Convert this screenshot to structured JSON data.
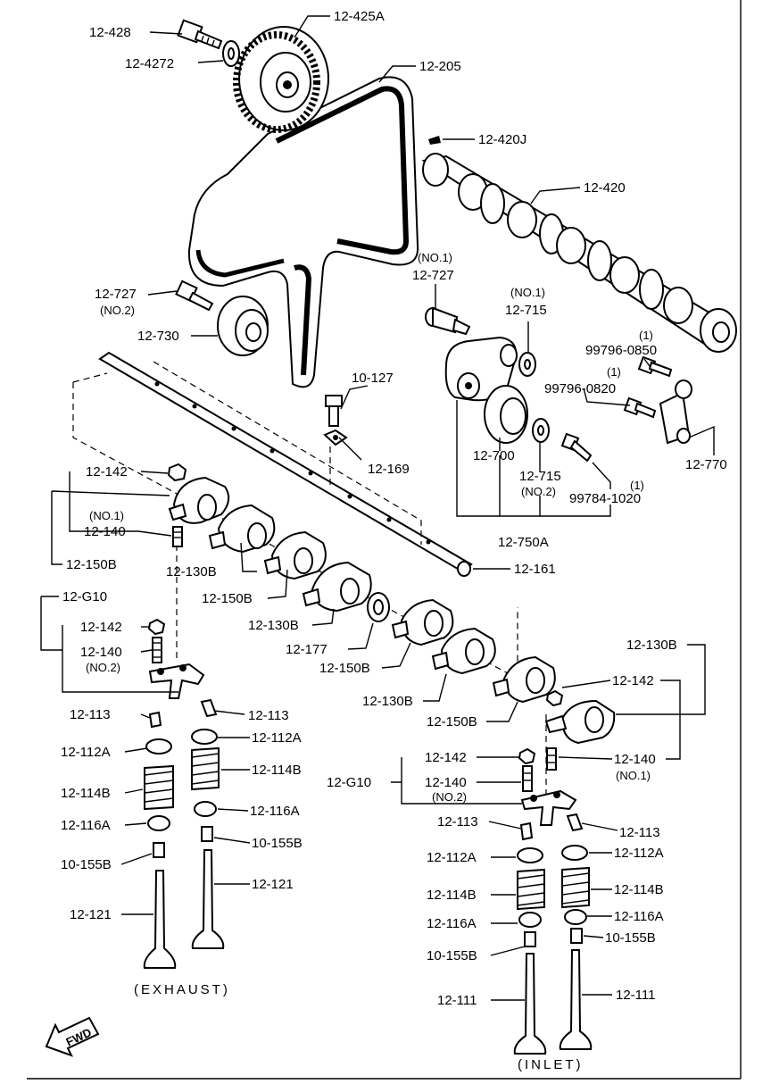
{
  "labels": {
    "l12_428": "12-428",
    "l12_425a": "12-425A",
    "l12_4272": "12-4272",
    "l12_205": "12-205",
    "l12_420j": "12-420J",
    "l12_420": "12-420",
    "l_no1_727": "(NO.1)",
    "l12_727_top": "12-727",
    "l12_727_left": "12-727",
    "l_no2_727": "(NO.2)",
    "l_no1_715": "(NO.1)",
    "l12_715_top": "12-715",
    "l12_730": "12-730",
    "l_1a": "(1)",
    "l99796_0850": "99796-0850",
    "l_1b": "(1)",
    "l99796_0820": "99796-0820",
    "l10_127": "10-127",
    "l12_169": "12-169",
    "l12_700": "12-700",
    "l12_770": "12-770",
    "l12_715_mid": "12-715",
    "l_no2_715": "(NO.2)",
    "l_1c": "(1)",
    "l99784_1020": "99784-1020",
    "l12_142_a": "12-142",
    "l_no1_140a": "(NO.1)",
    "l12_140_a": "12-140",
    "l12_150b_a": "12-150B",
    "l12_750a": "12-750A",
    "l12_130b_a": "12-130B",
    "l12_161": "12-161",
    "l12_g10_a": "12-G10",
    "l12_150b_b": "12-150B",
    "l12_142_b": "12-142",
    "l12_130b_b": "12-130B",
    "l12_140_b": "12-140",
    "l_no2_140b": "(NO.2)",
    "l12_177": "12-177",
    "l12_150b_c": "12-150B",
    "l12_130b_r": "12-130B",
    "l12_130b_c": "12-130B",
    "l12_142_r": "12-142",
    "l12_150b_d": "12-150B",
    "l12_113_a": "12-113",
    "l12_113_b": "12-113",
    "l12_112a_a": "12-112A",
    "l12_112a_b": "12-112A",
    "l12_114b_a": "12-114B",
    "l12_114b_b": "12-114B",
    "l12_142_c": "12-142",
    "l12_140_r": "12-140",
    "l_no1_140r": "(NO.1)",
    "l12_g10_b": "12-G10",
    "l12_140_c": "12-140",
    "l_no2_140c": "(NO.2)",
    "l12_116a_a": "12-116A",
    "l12_116a_b": "12-116A",
    "l12_113_c": "12-113",
    "l12_113_d": "12-113",
    "l10_155b_a": "10-155B",
    "l10_155b_b": "10-155B",
    "l12_112a_c": "12-112A",
    "l12_112a_d": "12-112A",
    "l12_121_b": "12-121",
    "l12_121_a": "12-121",
    "l12_114b_c": "12-114B",
    "l12_114b_d": "12-114B",
    "l12_116a_c": "12-116A",
    "l12_116a_d": "12-116A",
    "l10_155b_c": "10-155B",
    "l10_155b_d": "10-155B",
    "l_exhaust": "(EXHAUST)",
    "l12_111_a": "12-111",
    "l12_111_b": "12-111",
    "l_fwd": "FWD",
    "l_inlet": "(INLET)"
  }
}
